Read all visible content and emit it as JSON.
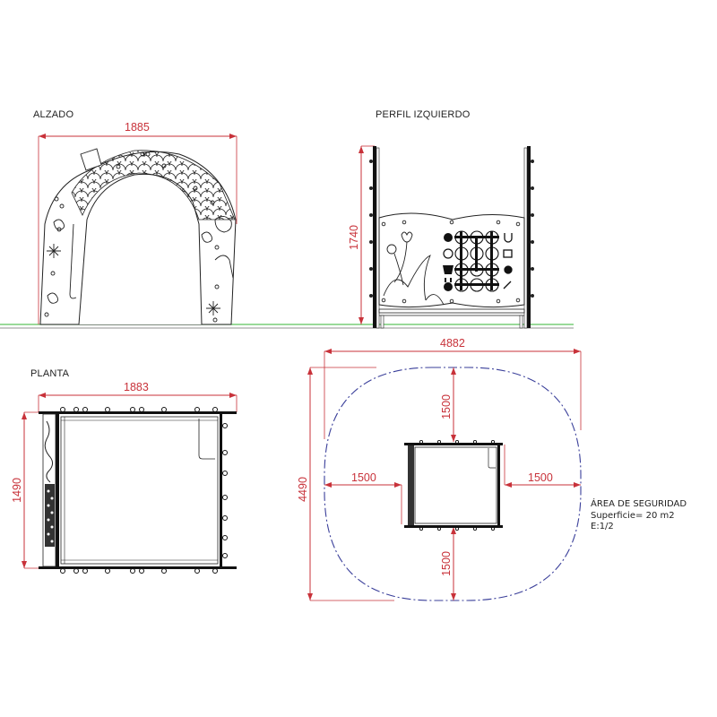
{
  "views": {
    "alzado": {
      "title": "ALZADO",
      "width_dim": "1885"
    },
    "perfil": {
      "title": "PERFIL IZQUIERDO",
      "height_dim": "1740"
    },
    "planta": {
      "title": "PLANTA",
      "width_dim": "1883",
      "depth_dim": "1490"
    },
    "safety": {
      "overall_width_dim": "4882",
      "overall_depth_dim": "4490",
      "top_clearance_dim": "1500",
      "bottom_clearance_dim": "1500",
      "left_clearance_dim": "1500",
      "right_clearance_dim": "1500",
      "notes": {
        "line1": "ÁREA DE SEGURIDAD",
        "line2": "Superficie= 20 m2",
        "line3": "E:1/2"
      }
    }
  },
  "colors": {
    "dimension": "#c8323a",
    "ground": "#5cc45c",
    "safety_zone": "#3a3f9a",
    "linework": "#111111"
  }
}
